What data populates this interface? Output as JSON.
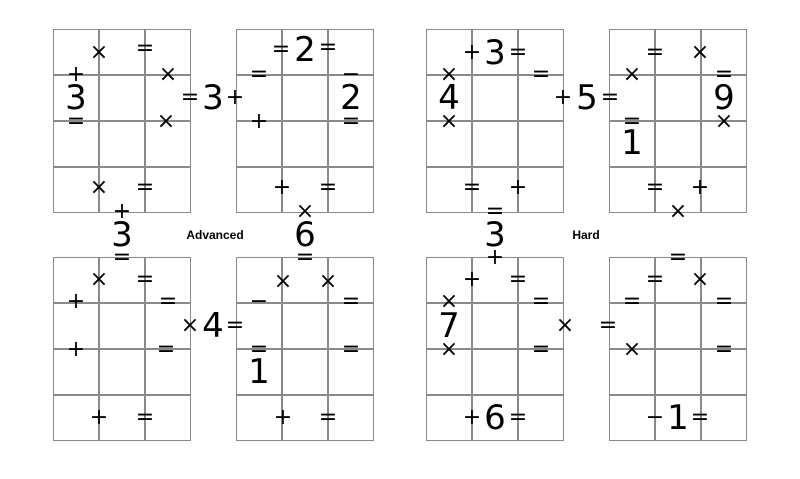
{
  "colors": {
    "grid_line": "#8a8a8a",
    "text": "#000000",
    "background": "#ffffff"
  },
  "puzzles": [
    {
      "label": "Advanced",
      "given_numbers": [
        "3",
        "3",
        "2",
        "2",
        "3",
        "6",
        "4",
        "1"
      ],
      "operators": [
        "×",
        "=",
        "+",
        "×",
        "=",
        "×",
        "=",
        "+",
        "=",
        "+",
        "=",
        "=",
        "−",
        "=",
        "×",
        "=",
        "+",
        "=",
        "+",
        "=",
        "×",
        "=",
        "+",
        "×",
        "=",
        "=",
        "+",
        "=",
        "×",
        "=",
        "−",
        "=",
        "×",
        "×",
        "=",
        "=",
        "+",
        "=",
        "+",
        "="
      ]
    },
    {
      "label": "Hard",
      "given_numbers": [
        "3",
        "5",
        "4",
        "1",
        "9",
        "3",
        "7",
        "6",
        "1"
      ],
      "operators": [
        "+",
        "=",
        "×",
        "=",
        "×",
        "+",
        "=",
        "×",
        "=",
        "×",
        "=",
        "=",
        "×",
        "=",
        "+",
        "=",
        "+",
        "=",
        "+",
        "×",
        "=",
        "+",
        "=",
        "×",
        "=",
        "×",
        "=",
        "×",
        "=",
        "=",
        "×",
        "=",
        "×",
        "=",
        "=",
        "+",
        "=",
        "−",
        "="
      ]
    }
  ]
}
